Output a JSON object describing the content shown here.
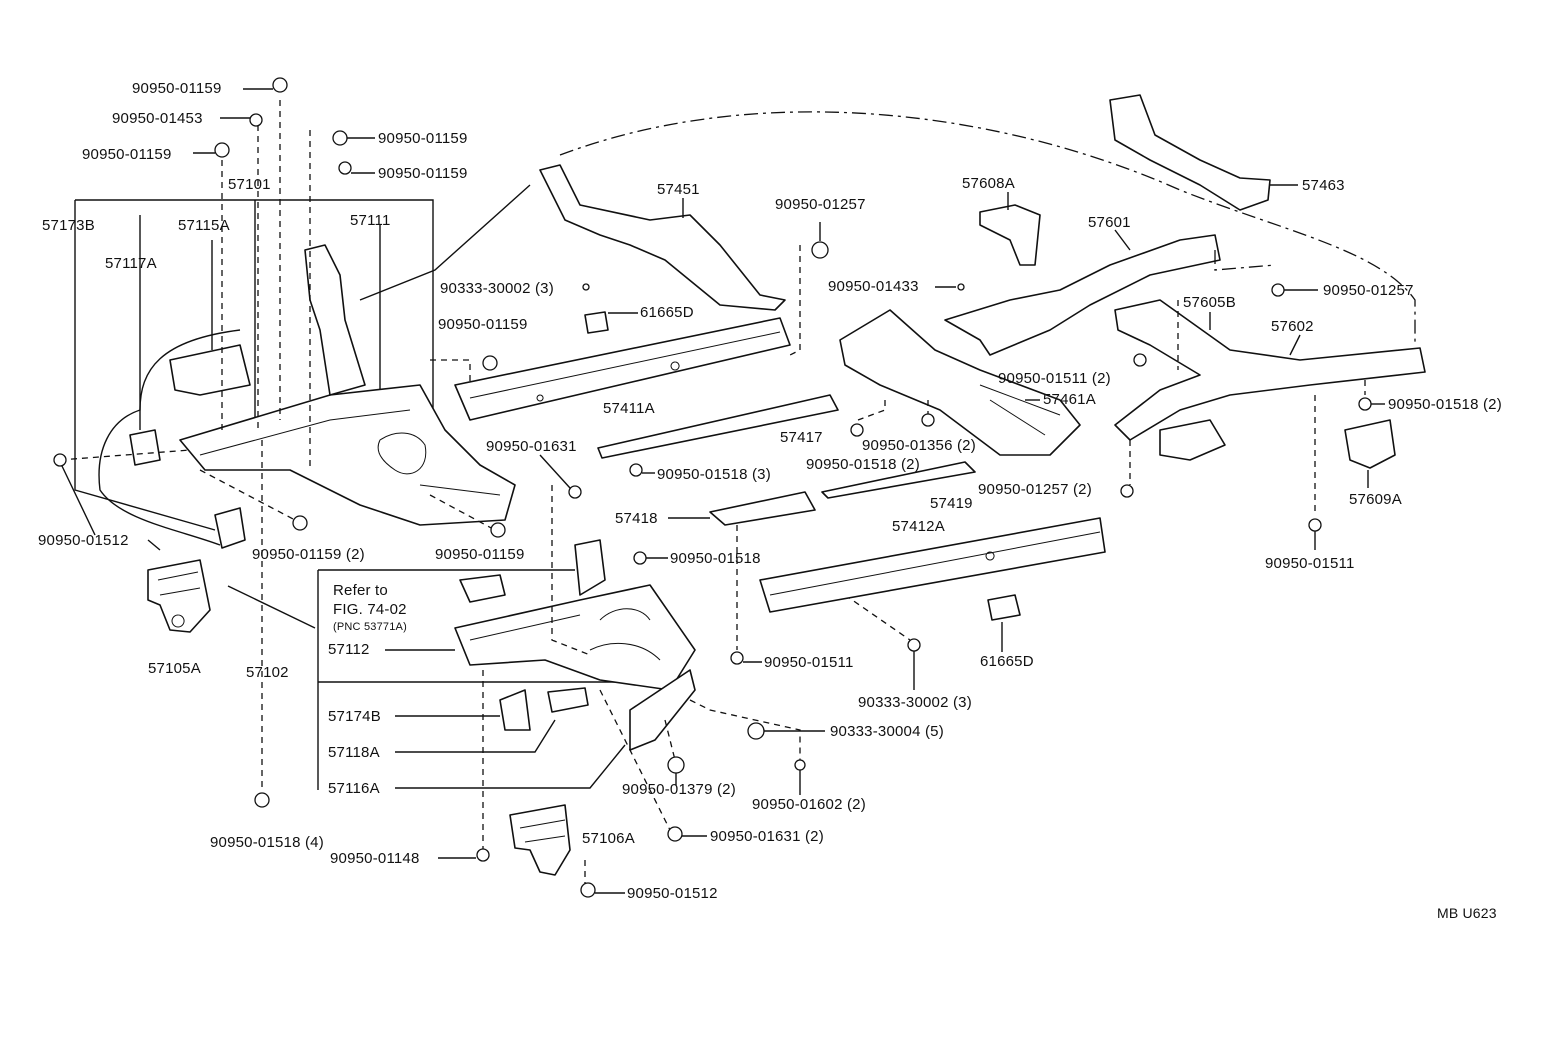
{
  "labels": {
    "p90950_01159_a": "90950-01159",
    "p90950_01453": "90950-01453",
    "p90950_01159_b": "90950-01159",
    "p90950_01159_c": "90950-01159",
    "p90950_01159_d": "90950-01159",
    "p57101": "57101",
    "p57173B": "57173B",
    "p57115A": "57115A",
    "p57111": "57111",
    "p57117A": "57117A",
    "p90950_01512_a": "90950-01512",
    "p90950_01159_2": "90950-01159 (2)",
    "p90950_01159_e": "90950-01159",
    "p57105A": "57105A",
    "p57102": "57102",
    "refer_line1": "Refer to",
    "refer_line2": "FIG. 74-02",
    "refer_line3": "(PNC 53771A)",
    "p57112": "57112",
    "p57174B": "57174B",
    "p57118A": "57118A",
    "p57116A": "57116A",
    "p90950_01518_4": "90950-01518 (4)",
    "p90950_01148": "90950-01148",
    "p57106A": "57106A",
    "p90950_01512_b": "90950-01512",
    "p90950_01631_2": "90950-01631 (2)",
    "p90950_01379_2": "90950-01379 (2)",
    "p90950_01602_2": "90950-01602 (2)",
    "p90333_30004_5": "90333-30004 (5)",
    "p90333_30002_3b": "90333-30002 (3)",
    "p61665D_b": "61665D",
    "p57412A": "57412A",
    "p90950_01511_a": "90950-01511",
    "p57418": "57418",
    "p90950_01518_a": "90950-01518",
    "p90950_01631": "90950-01631",
    "p90950_01518_3": "90950-01518 (3)",
    "p57417": "57417",
    "p57411A": "57411A",
    "p90950_01159_f": "90950-01159",
    "p90333_30002_3a": "90333-30002 (3)",
    "p61665D_a": "61665D",
    "p57451": "57451",
    "p90950_01257_a": "90950-01257",
    "p90950_01433": "90950-01433",
    "p57608A": "57608A",
    "p57601": "57601",
    "p57463": "57463",
    "p90950_01257_b": "90950-01257",
    "p57605B": "57605B",
    "p57602": "57602",
    "p90950_01511_2": "90950-01511 (2)",
    "p57461A": "57461A",
    "p90950_01356_2": "90950-01356 (2)",
    "p90950_01518_2a": "90950-01518 (2)",
    "p57419": "57419",
    "p90950_01257_2": "90950-01257 (2)",
    "p90950_01518_2b": "90950-01518 (2)",
    "p57609A": "57609A",
    "p90950_01511_b": "90950-01511",
    "ref_code": "MB U623"
  }
}
